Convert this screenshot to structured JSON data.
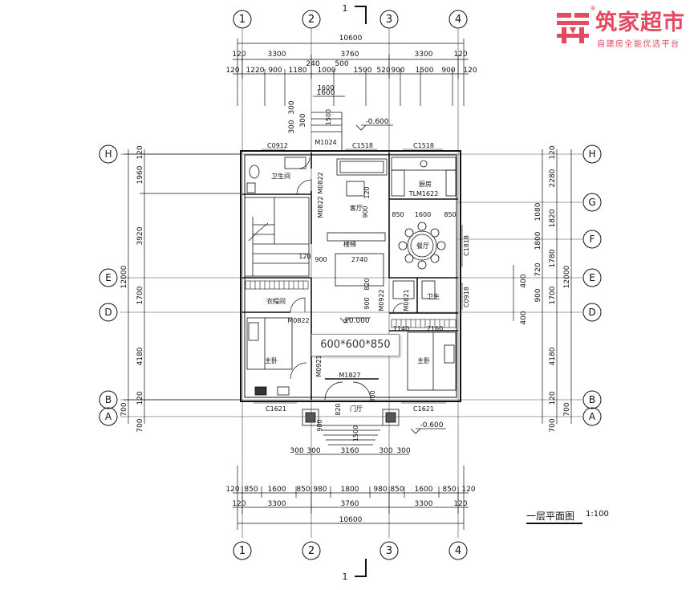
{
  "logo": {
    "title": "筑家超市",
    "subtitle": "自建房全能优选平台",
    "registered": "®"
  },
  "tooltip": "600*600*850",
  "title_block": {
    "name": "一层平面图",
    "scale": "1:100"
  },
  "section_mark": "1",
  "grid_axes": {
    "vertical": [
      "1",
      "2",
      "3",
      "4"
    ],
    "horizontal": [
      "H",
      "G",
      "F",
      "E",
      "D",
      "B",
      "A"
    ]
  },
  "dims_top": {
    "total": "10600",
    "row2": [
      "120",
      "3300",
      "3760",
      "3300",
      "120"
    ],
    "row3": [
      "120",
      "1220",
      "900",
      "1180",
      "1000",
      "1500",
      "520",
      "900",
      "1500",
      "900",
      "120"
    ],
    "extra": [
      "240",
      "500",
      "1600",
      "300",
      "300",
      "300"
    ]
  },
  "dims_bottom": {
    "total": "10600",
    "row2": [
      "120",
      "3300",
      "3760",
      "3300",
      "120"
    ],
    "row1": [
      "120",
      "850",
      "1600",
      "850",
      "980",
      "1800",
      "980",
      "850",
      "1600",
      "850",
      "120"
    ],
    "stair": [
      "300",
      "300",
      "3160",
      "300",
      "300"
    ]
  },
  "dims_left": {
    "total": "12000",
    "segs": [
      "120",
      "1960",
      "3920",
      "1700",
      "4180",
      "120",
      "700",
      "700"
    ]
  },
  "dims_right": {
    "total": "12000",
    "segs": [
      "120",
      "2280",
      "1080",
      "1820",
      "1800",
      "1780",
      "720",
      "400",
      "900",
      "400",
      "1700",
      "4180",
      "120",
      "700",
      "700"
    ]
  },
  "rooms": {
    "bathroom": "卫生间",
    "living": "客厅",
    "kitchen": "厨房",
    "dining": "餐厅",
    "cloakroom": "衣帽间",
    "bedroom_left": "主卧",
    "bedroom_right": "主卧",
    "bath_small": "卫生",
    "foyer": "门厅",
    "stair": "楼梯"
  },
  "openings": {
    "c0912": "C0912",
    "m1024": "M1024",
    "c1518a": "C1518",
    "c1518b": "C1518",
    "m0822a": "M0822",
    "m0822b": "M0822",
    "m0822c": "M0822",
    "tlm1622": "TLM1622",
    "c1818": "C1818",
    "m0922": "M0922",
    "m0821": "M0821",
    "c0918": "C0918",
    "m0921": "M0921",
    "m1827": "M1827",
    "c1621a": "C1621",
    "c1621b": "C1621"
  },
  "levels": {
    "upper": "-0.600",
    "floor": "±0.000",
    "lower": "-0.600"
  },
  "inner_dims": [
    "1600",
    "1500",
    "120",
    "900",
    "850",
    "1600",
    "850",
    "120",
    "900",
    "2740",
    "820",
    "900",
    "1140",
    "2160",
    "800",
    "900",
    "820",
    "1500"
  ],
  "colors": {
    "line": "#111111",
    "axis": "#333333",
    "brand": "#e34a5f"
  }
}
